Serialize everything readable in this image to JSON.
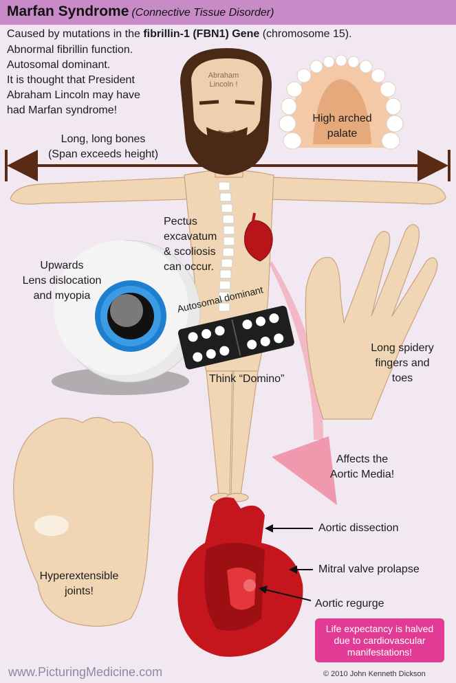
{
  "header": {
    "title": "Marfan Syndrome",
    "subtitle": "(Connective Tissue Disorder)"
  },
  "intro": {
    "line1_prefix": "Caused by mutations in the ",
    "line1_bold": "fibrillin-1 (FBN1) Gene",
    "line1_suffix": " (chromosome 15).",
    "line2": "Abnormal fibrillin function.",
    "line3": "Autosomal dominant.",
    "line4": "It is thought that President",
    "line5": "Abraham Lincoln may have",
    "line6": "had Marfan syndrome!"
  },
  "lincoln": {
    "line1": "Abraham",
    "line2": "Lincoln !"
  },
  "palate": {
    "line1": "High arched",
    "line2": "palate"
  },
  "bones": {
    "line1": "Long, long bones",
    "line2": "(Span exceeds height)"
  },
  "pectus": {
    "line1": "Pectus",
    "line2": "excavatum",
    "line3": "& scoliosis",
    "line4": "can occur."
  },
  "eye": {
    "line1": "Upwards",
    "line2": "Lens dislocation",
    "line3": "and myopia"
  },
  "domino": {
    "label": "Autosomal dominant",
    "caption": "Think “Domino”"
  },
  "fingers": {
    "line1": "Long spidery",
    "line2": "fingers and",
    "line3": "toes"
  },
  "aortic_media": {
    "line1": "Affects the",
    "line2": "Aortic Media!"
  },
  "heart": {
    "dissection": "Aortic dissection",
    "mitral": "Mitral valve prolapse",
    "regurge": "Aortic regurge"
  },
  "joints": {
    "line1": "Hyperextensible",
    "line2": "joints!"
  },
  "life_expectancy": {
    "line1": "Life expectancy is halved",
    "line2": "due to cardiovascular",
    "line3": "manifestations!"
  },
  "footer": {
    "website": "www.PicturingMedicine.com",
    "copyright": "© 2010 John Kenneth Dickson"
  },
  "colors": {
    "background": "#f2e8f1",
    "header": "#c98bc7",
    "skin": "#f0d6b4",
    "heart": "#c4161c",
    "iris": "#1e7fd0",
    "arrow_brown": "#5a2a14",
    "life_box": "#e23b96"
  }
}
